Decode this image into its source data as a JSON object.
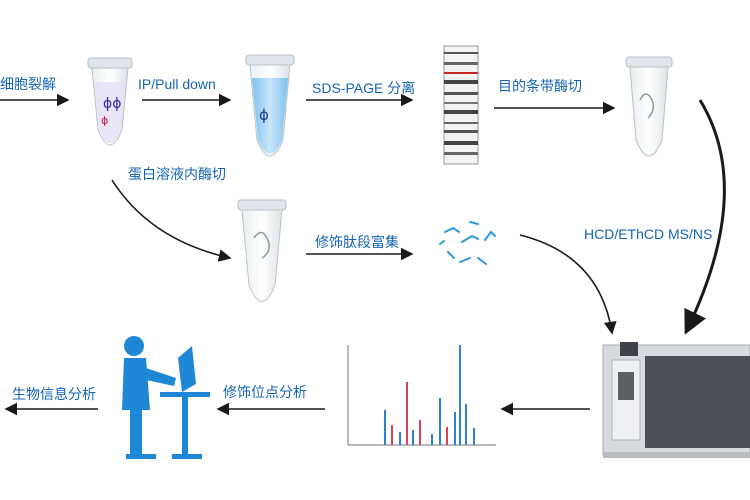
{
  "colors": {
    "label": "#1565b5",
    "arrow": "#1a1a1a",
    "figure": "#1e88d6",
    "tube_liquid": "#9fd0f2",
    "spectrum_blue": "#2f7fd8",
    "spectrum_red": "#d9435a"
  },
  "labels": {
    "cell_lysis": "细胞裂解",
    "ip_pulldown": "IP/Pull down",
    "sds_page": "SDS-PAGE 分离",
    "band_digest": "目的条带酶切",
    "solution_digest": "蛋白溶液内酶切",
    "peptide_enrich": "修饰肽段富集",
    "ms_method": "HCD/EThCD MS/NS",
    "site_analysis": "修饰位点分析",
    "bioinfo": "生物信息分析"
  },
  "icons": {
    "tube": "microcentrifuge-tube-icon",
    "gel": "gel-lane-icon",
    "peptides": "peptide-fragments-icon",
    "mass_spec": "mass-spectrometer-icon",
    "spectrum": "ms-spectrum-icon",
    "workstation": "scientist-at-computer-icon"
  }
}
